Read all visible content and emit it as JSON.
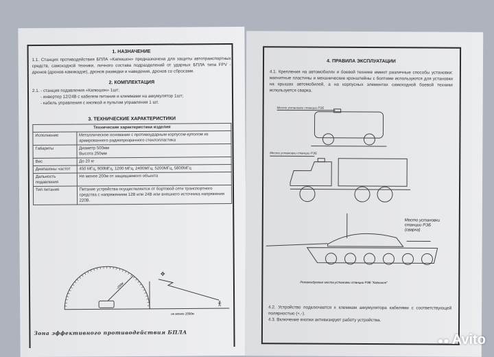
{
  "left_page": {
    "section1": {
      "title": "1.  НАЗНАЧЕНИЕ",
      "text": "1.1. Станция противодействия БПЛА «Капюшон» предназначена для защиты автотранспортных средств, самоходной техники, личного состава подразделений от ударных БПЛА типа FPV - дронов (дронов-камикадзе), дронов разведки и наведения, дронов со сбросами."
    },
    "section2": {
      "title": "2.  КОМПЛЕКТАЦИЯ",
      "items": [
        "2.1. - станция подавления «Капюшон» 1шт;",
        "- инвертер 12/24В с кабелем питания и клеммами на аккумулятор 1шт;",
        "- кабель управления с кнопкой и пультом управления 1 шт."
      ]
    },
    "section3": {
      "title": "3.  ТЕХНИЧЕСКИЕ ХАРАКТЕРИСТИКИ",
      "table_title": "Технические характеристики изделия",
      "rows": [
        {
          "name": "Исполнение",
          "value": "Металлическое основание с противоударным корпусом-куполом из армированного радиопрозрачного стеклопластика"
        },
        {
          "name": "Габариты",
          "value": "Диаметр 500мм\nВысота 250мм"
        },
        {
          "name": "Вес",
          "value": "До 20 кг"
        },
        {
          "name": "Диапазоны частот",
          "value": "450 МГц, 900МГц, 1200 МГц, 2400МГц, 5200МГц, 5800МГц"
        },
        {
          "name": "Дальность подавления",
          "value": "Не менее 200м от защищаемого объекта"
        },
        {
          "name": "Тип питания",
          "value": "Питание устройства осуществляется от бортовой сети транспортного средства с напряжением 12В или 24В или внешнего источника напряжения 220В."
        }
      ]
    },
    "diagram": {
      "radius_label": "~200м",
      "distance_label": "не менее 1500м"
    },
    "caption": "Зона эффективного противодействия БПЛА"
  },
  "right_page": {
    "section4": {
      "title": "4. ПРАВИЛА ЭКСПЛУАТАЦИИ",
      "p1": "4.1. Крепления на автомобилях и боевой технике имеют различные способы установки: магнитные пластины и механические кронштейны с болтами используются для установки на крышах автомобилей, а на корпусных элементах самоходной боевой техники используется сварка.",
      "install_label": "Место установки станции РЭБ",
      "install_label_welded": "Место установки станции РЭБ (сварка)",
      "figure_caption": "Рекомендуемые места установки станции РЭБ \"Капюшон\"",
      "p2": "4.2. Устройство подключается к клеммам аккумулятора кабелями с соответствующей полярностью (+,-).",
      "p3": "4.3. Включение кнопки активизирует работу устройства."
    }
  },
  "watermark": "Avito"
}
